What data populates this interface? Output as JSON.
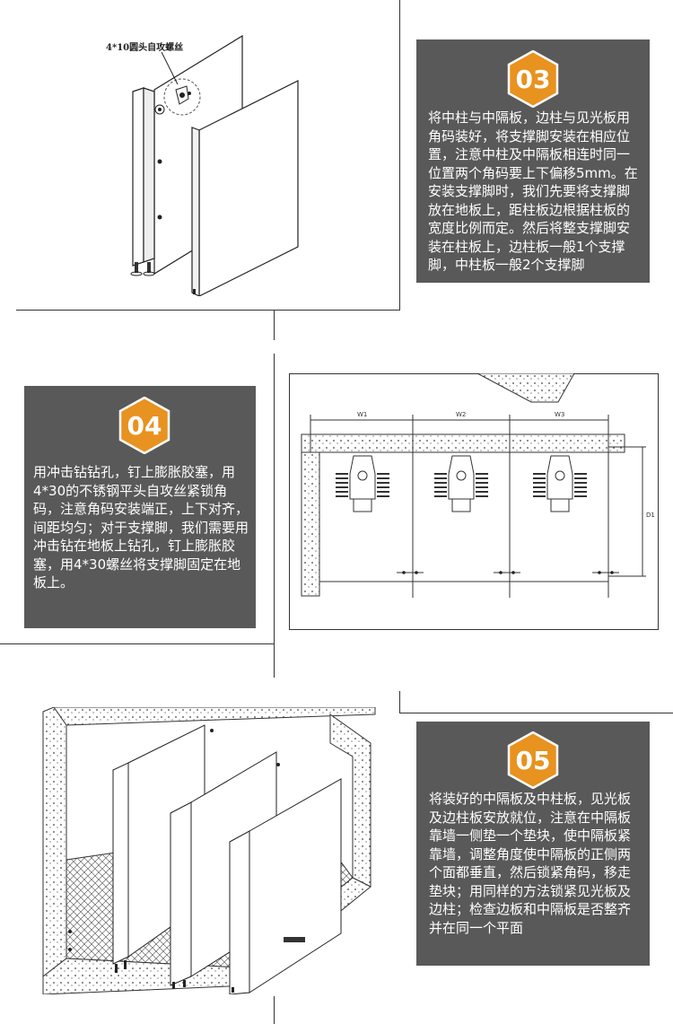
{
  "steps": [
    {
      "number": "03",
      "text": "将中柱与中隔板，边柱与见光板用角码装好，将支撑脚安装在相应位置，注意中柱及中隔板相连时同一位置两个角码要上下偏移5mm。在安装支撑脚时，我们先要将支撑脚放在地板上，距柱板边根据柱板的宽度比例而定。然后将整支撑脚安装在柱板上，边柱板一般1个支撑脚，中柱板一般2个支撑脚",
      "illustration_label": "4*10圆头自攻螺丝"
    },
    {
      "number": "04",
      "text": "用冲击钻钻孔，钉上膨胀胶塞，用4*30的不锈钢平头自攻丝紧锁角码，注意角码安装端正，上下对齐，间距均匀；对于支撑脚，我们需要用冲击钻在地板上钻孔，钉上膨胀胶塞，用4*30螺丝将支撑脚固定在地板上。",
      "dim_labels": [
        "W1",
        "W2",
        "W3",
        "D1"
      ]
    },
    {
      "number": "05",
      "text": "将装好的中隔板及中柱板，见光板及边柱板安放就位，注意在中隔板靠墙一侧垫一个垫块，使中隔板紧靠墙，调整角度使中隔板的正侧两个面都垂直，然后锁紧角码，移走垫块；用同样的方法锁紧见光板及边柱；检查边板和中隔板是否整齐并在同一个平面"
    }
  ],
  "colors": {
    "card_bg": "#595959",
    "badge": "#e8921f",
    "line": "#333333"
  }
}
